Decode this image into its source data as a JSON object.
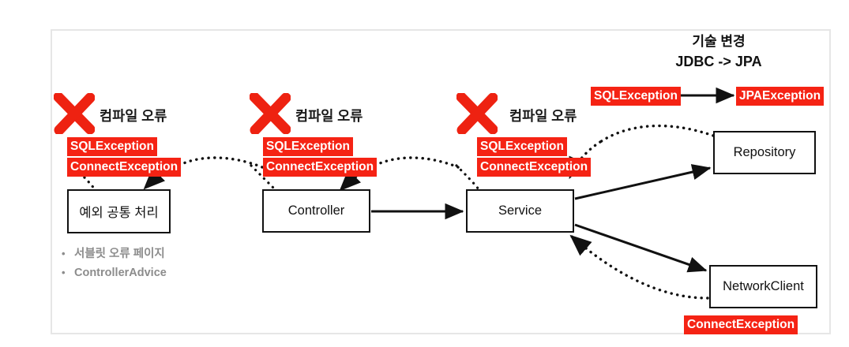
{
  "diagram": {
    "title": "Spring exception handling / technology change diagram",
    "colors": {
      "error_red": "#F52314",
      "node_border": "#111111",
      "frame": "#e6e6e6",
      "bullet_gray": "#8c8c8c"
    },
    "nodes": [
      {
        "id": "common",
        "label": "예외 공통 처리"
      },
      {
        "id": "controller",
        "label": "Controller"
      },
      {
        "id": "service",
        "label": "Service"
      },
      {
        "id": "repository",
        "label": "Repository"
      },
      {
        "id": "network",
        "label": "NetworkClient"
      }
    ],
    "exception_tags": [
      {
        "id": "sql1",
        "label": "SQLException"
      },
      {
        "id": "conn1",
        "label": "ConnectException"
      },
      {
        "id": "sql2",
        "label": "SQLException"
      },
      {
        "id": "conn2",
        "label": "ConnectException"
      },
      {
        "id": "sql3",
        "label": "SQLException"
      },
      {
        "id": "conn3",
        "label": "ConnectException"
      },
      {
        "id": "sqlTop",
        "label": "SQLException"
      },
      {
        "id": "jpaTop",
        "label": "JPAException"
      },
      {
        "id": "connBottom",
        "label": "ConnectException"
      }
    ],
    "error_labels": [
      {
        "id": "err1",
        "label": "컴파일 오류"
      },
      {
        "id": "err2",
        "label": "컴파일 오류"
      },
      {
        "id": "err3",
        "label": "컴파일 오류"
      }
    ],
    "tech_change": {
      "title": "기술 변경",
      "subtitle": "JDBC -> JPA"
    },
    "bullets": [
      {
        "marker": "•",
        "label": "서블릿 오류 페이지"
      },
      {
        "marker": "•",
        "label": "ControllerAdvice"
      }
    ],
    "icons": {
      "x_mark": "red-x-icon",
      "arrow_solid": "solid-arrow-icon",
      "arrow_dotted": "dotted-arrow-icon"
    }
  }
}
